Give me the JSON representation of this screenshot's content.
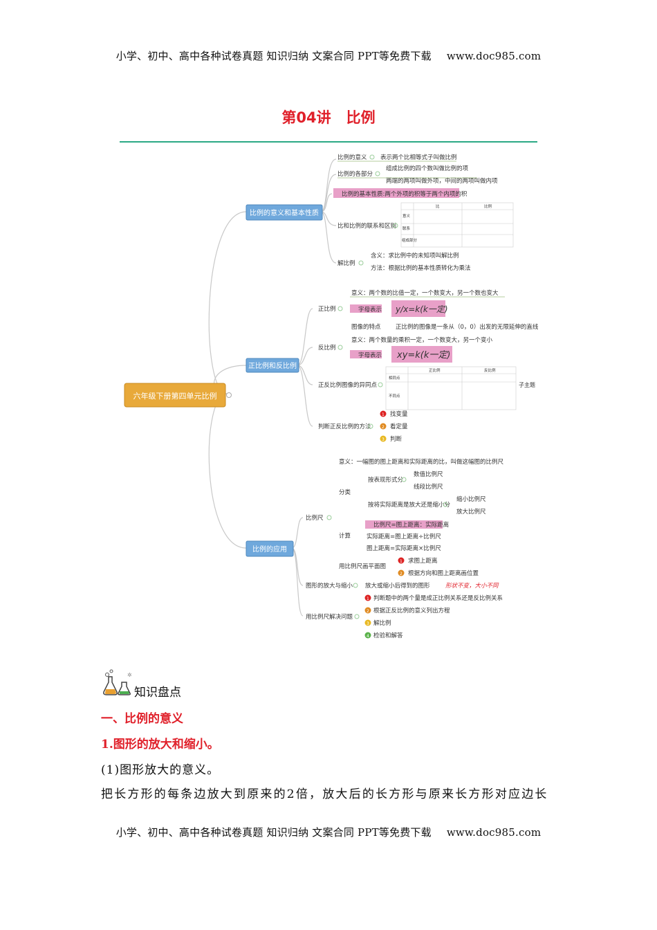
{
  "header": {
    "text": "小学、初中、高中各种试卷真题 知识归纳 文案合同 PPT等免费下载",
    "url": "www.doc985.com"
  },
  "footer": {
    "text": "小学、初中、高中各种试卷真题 知识归纳 文案合同 PPT等免费下载",
    "url": "www.doc985.com"
  },
  "title": {
    "lecture": "第04讲",
    "topic": "比例"
  },
  "mindmap": {
    "root": "六年级下册第四单元比例",
    "branches": [
      "比例的意义和基本性质",
      "正比例和反比例",
      "比例的应用"
    ],
    "b1": {
      "meaning": "比例的意义",
      "meaning_def": "表示两个比相等式子叫做比例",
      "parts": "比例的各部分",
      "parts_a": "组成比例的四个数叫做比例的项",
      "parts_b": "两端的两项叫做外项，中间的两项叫做内项",
      "property": "比例的基本性质:两个外项的积等于两个内项的积",
      "relation": "比和比例的联系和区别",
      "solve": "解比例",
      "solve_a": "含义：求比例中的未知项叫解比例",
      "solve_b": "方法：根据比例的基本性质转化为乘法",
      "table": {
        "h1": "比",
        "h2": "比例",
        "r1": "意义",
        "r2": "联系",
        "r3": "组成部分"
      }
    },
    "b2": {
      "direct": "正比例",
      "direct_def": "意义：两个数的比值一定，一个数变大，另一个数也变大",
      "letters": "字母表示",
      "direct_formula": "y/x=k(k一定)",
      "graph": "图像的特点",
      "graph_def": "正比例的图像是一条从（0，0）出发的无限延伸的直线",
      "inverse": "反比例",
      "inverse_def": "意义：两个数量的乘积一定，一个数变大，另一个变小",
      "inverse_formula": "xy=k(k一定)",
      "compare": "正反比例图像的异同点",
      "subtopic": "子主题",
      "ctable": {
        "h1": "正比例",
        "h2": "反比例",
        "r1": "相同点",
        "r2": "不同点"
      },
      "method": "判断正反比例的方法",
      "m1": "找变量",
      "m2": "看定量",
      "m3": "判断"
    },
    "b3": {
      "scale": "比例尺",
      "scale_def": "意义：一幅图的图上距离和实际距离的比，叫做这幅图的比例尺",
      "classify": "分类",
      "form": "按表现形式分",
      "num": "数值比例尺",
      "line": "线段比例尺",
      "size": "按将实际距离是放大还是缩小分",
      "shrink": "缩小比例尺",
      "enlarge": "放大比例尺",
      "calc": "计算",
      "c1": "比例尺=图上距离：实际距离",
      "c2": "实际距离=图上距离÷比例尺",
      "c3": "图上距离=实际距离×比例尺",
      "plan": "用比例尺画平面图",
      "p1": "求图上距离",
      "p2": "根据方向和图上距离画位置",
      "fig": "图形的放大与缩小",
      "fig_def": "放大或缩小后得到的图形",
      "fig_note": "形状不变，大小不同",
      "use": "用比例尺解决问题",
      "u1": "判断题中的两个量是成正比例关系还是反比例关系",
      "u2": "根据正反比例的意义列出方程",
      "u3": "解比例",
      "u4": "检验和解答"
    }
  },
  "section": {
    "label": "知识盘点",
    "h1": "一、比例的意义",
    "h2": "1.图形的放大和缩小。",
    "p1": "(1)图形放大的意义。",
    "p2": "把长方形的每条边放大到原来的2倍，放大后的长方形与原来长方形对应边长"
  },
  "colors": {
    "accent_red": "#e0202a",
    "rule_green": "#2aa884",
    "branch_blue": "#6fa8dc",
    "root_gold": "#e8a93a",
    "tag_pink": "#e8a0c8",
    "node_line": "#6a9a3e"
  }
}
